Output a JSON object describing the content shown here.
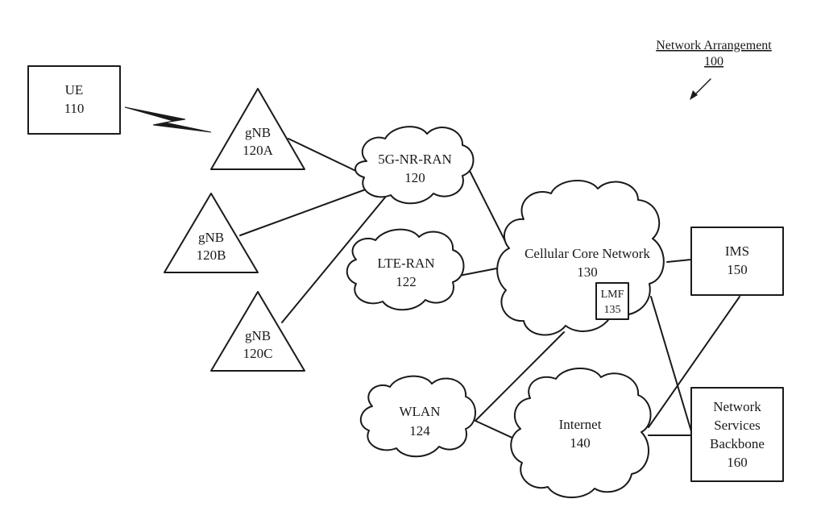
{
  "title": {
    "name": "Network Arrangement",
    "ref": "100"
  },
  "nodes": {
    "ue": {
      "name": "UE",
      "ref": "110"
    },
    "gnb_a": {
      "name": "gNB",
      "ref": "120A"
    },
    "gnb_b": {
      "name": "gNB",
      "ref": "120B"
    },
    "gnb_c": {
      "name": "gNB",
      "ref": "120C"
    },
    "nr_ran": {
      "name": "5G-NR-RAN",
      "ref": "120"
    },
    "lte_ran": {
      "name": "LTE-RAN",
      "ref": "122"
    },
    "wlan": {
      "name": "WLAN",
      "ref": "124"
    },
    "core": {
      "name": "Cellular Core Network",
      "ref": "130"
    },
    "lmf": {
      "name": "LMF",
      "ref": "135"
    },
    "internet": {
      "name": "Internet",
      "ref": "140"
    },
    "ims": {
      "name": "IMS",
      "ref": "150"
    },
    "backbone": {
      "line1": "Network",
      "line2": "Services",
      "line3": "Backbone",
      "ref": "160"
    }
  },
  "colors": {
    "stroke": "#1a1a1a",
    "background": "#ffffff"
  }
}
